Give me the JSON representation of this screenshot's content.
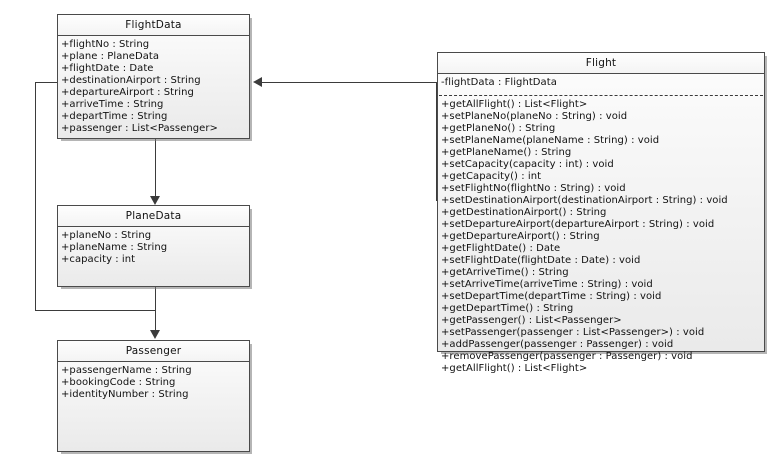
{
  "diagram": {
    "type": "uml-class-diagram",
    "background_color": "#ffffff",
    "line_color": "#3b3b3b",
    "box_border_color": "#4a4a4a",
    "box_fill_color": "#f2f2f2"
  },
  "classes": {
    "flight_data": {
      "name": "FlightData",
      "attributes": [
        "+flightNo : String",
        "+plane : PlaneData",
        "+flightDate : Date",
        "+destinationAirport : String",
        "+departureAirport : String",
        "+arriveTime : String",
        "+departTime : String",
        "+passenger : List<Passenger>"
      ],
      "methods": []
    },
    "plane_data": {
      "name": "PlaneData",
      "attributes": [
        "+planeNo : String",
        "+planeName : String",
        "+capacity : int"
      ],
      "methods": []
    },
    "passenger": {
      "name": "Passenger",
      "attributes": [
        "+passengerName : String",
        "+bookingCode : String",
        "+identityNumber : String"
      ],
      "methods": []
    },
    "flight": {
      "name": "Flight",
      "attributes": [
        "-flightData : FlightData"
      ],
      "methods": [
        "+getAllFlight() : List<Flight>",
        "+setPlaneNo(planeNo : String) : void",
        "+getPlaneNo() : String",
        "+setPlaneName(planeName : String) : void",
        "+getPlaneName() : String",
        "+setCapacity(capacity : int) : void",
        "+getCapacity() : int",
        "+setFlightNo(flightNo : String) : void",
        "+setDestinationAirport(destinationAirport : String) : void",
        "+getDestinationAirport() : String",
        "+setDepartureAirport(departureAirport : String) : void",
        "+getDepartureAirport() : String",
        "+getFlightDate() : Date",
        "+setFlightDate(flightDate : Date) : void",
        "+getArriveTime() : String",
        "+setArriveTime(arriveTime : String) : void",
        "+setDepartTime(departTime : String) : void",
        "+getDepartTime() : String",
        "+getPassenger() : List<Passenger>",
        "+setPassenger(passenger : List<Passenger>) : void",
        "+addPassenger(passenger : Passenger) : void",
        "+removePassenger(passenger : Passenger) : void",
        "+getAllFlight() : List<Flight>"
      ]
    }
  },
  "relationships": [
    {
      "id": "flight-to-flightdata",
      "from": "Flight",
      "to": "FlightData",
      "style": "orthogonal",
      "arrow": "left"
    },
    {
      "id": "flightdata-to-planedata",
      "from": "FlightData",
      "to": "PlaneData",
      "style": "straight",
      "arrow": "down"
    },
    {
      "id": "planedata-to-passenger",
      "from": "PlaneData",
      "to": "Passenger",
      "style": "straight",
      "arrow": "down"
    },
    {
      "id": "flightdata-to-passenger",
      "from": "FlightData",
      "to": "Passenger",
      "style": "orthogonal",
      "arrow": "down"
    }
  ]
}
